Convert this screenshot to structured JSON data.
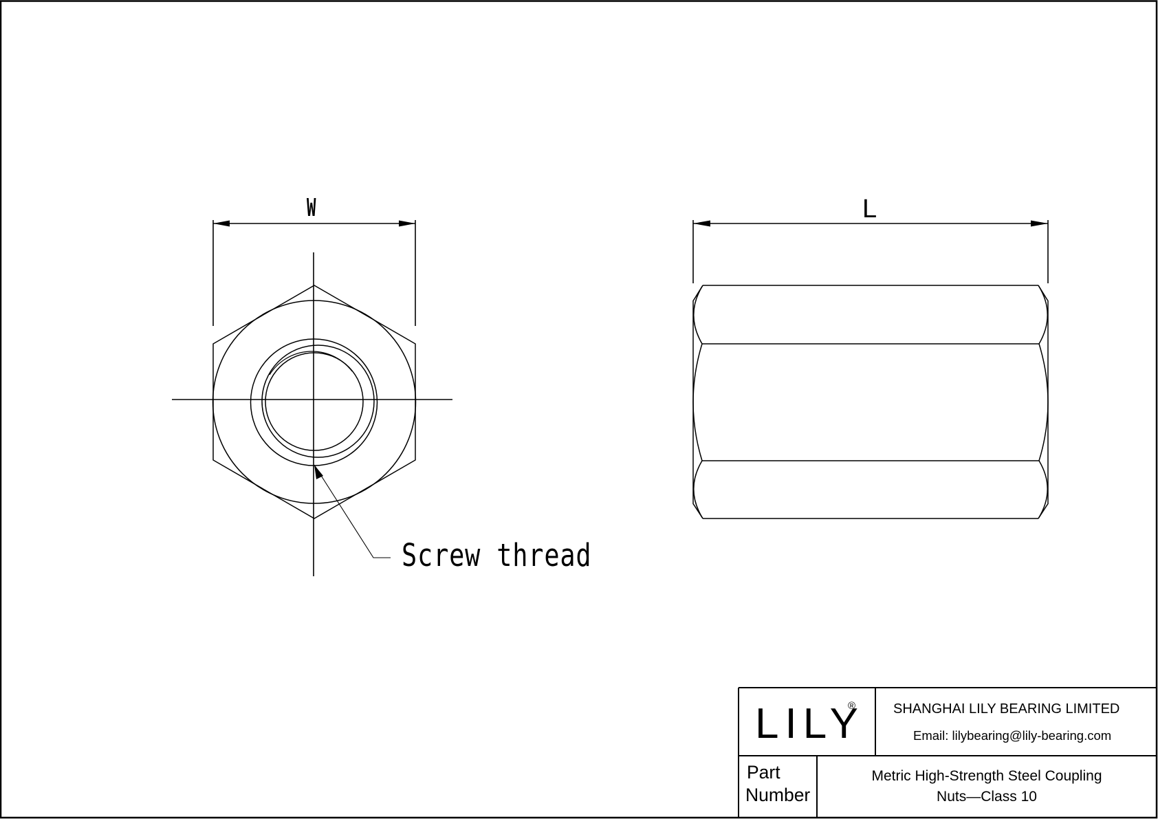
{
  "drawing": {
    "front_view": {
      "dimension_label": "W",
      "callout_label": "Screw thread"
    },
    "side_view": {
      "dimension_label": "L"
    }
  },
  "title_block": {
    "logo": "LILY",
    "logo_mark": "®",
    "company_name": "SHANGHAI LILY BEARING LIMITED",
    "email": "Email: lilybearing@lily-bearing.com",
    "part_number_label_line1": "Part",
    "part_number_label_line2": "Number",
    "part_name_line1": "Metric High-Strength Steel Coupling",
    "part_name_line2": "Nuts—Class 10"
  },
  "colors": {
    "line": "#000000",
    "background": "#ffffff"
  }
}
